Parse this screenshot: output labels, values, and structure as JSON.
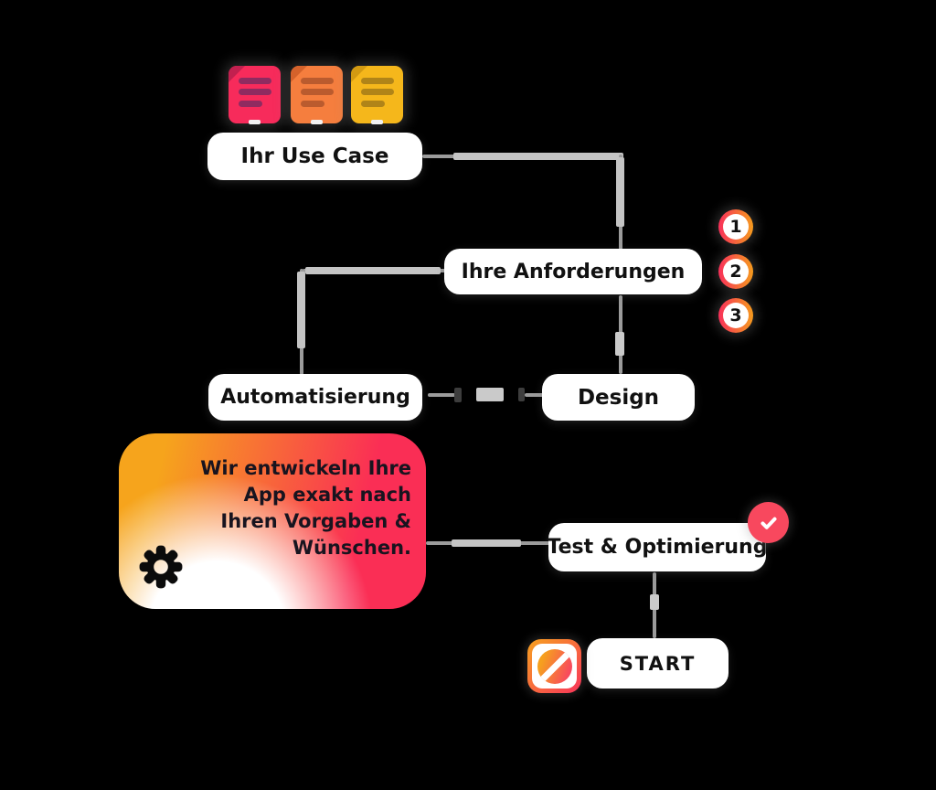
{
  "diagram": {
    "background": "#000000",
    "boxes": {
      "use_case": "Ihr Use Case",
      "requirements": "Ihre Anforderungen",
      "automation": "Automatisierung",
      "design": "Design",
      "test": "Test & Optimierung",
      "start": "START"
    },
    "step_badges": [
      "1",
      "2",
      "3"
    ],
    "callout": {
      "lines": [
        "Wir entwickeln Ihre",
        "App exakt nach",
        "Ihren Vorgaben &",
        "Wünschen."
      ]
    },
    "icons": {
      "documents": [
        "document-pink",
        "document-orange",
        "document-yellow"
      ],
      "gear": "gear-icon",
      "check": "check-icon",
      "logo": "slash-circle-logo"
    },
    "colors": {
      "doc_pink": "#F72B5B",
      "doc_pink_fold": "#C2204F",
      "doc_pink_lines": "#8F2B60",
      "doc_orange": "#F57E3E",
      "doc_orange_fold": "#D4622B",
      "doc_orange_lines": "#BA5B2E",
      "doc_yellow": "#F5B71B",
      "doc_yellow_fold": "#D39A12",
      "doc_yellow_lines": "#B08418",
      "accent_pink": "#F8305A",
      "accent_orange": "#F59B1E",
      "badge_red": "#F8485E",
      "connector_gray": "#9B9B9B",
      "box_white": "#FFFFFF",
      "text_dark": "#111111"
    }
  }
}
